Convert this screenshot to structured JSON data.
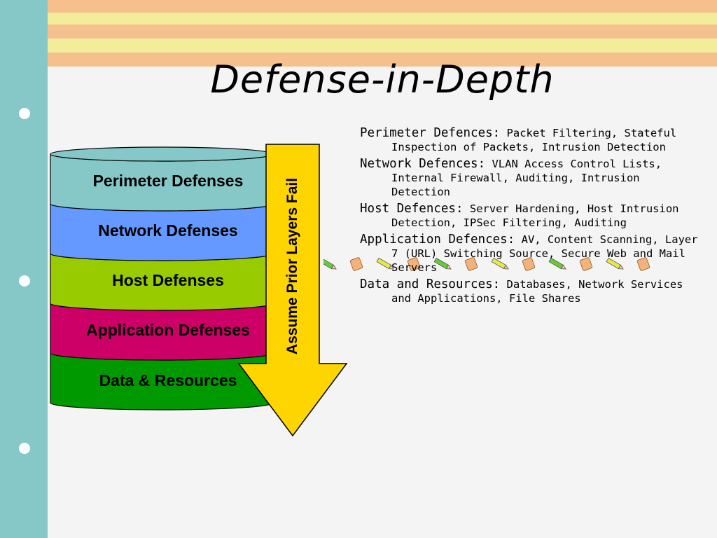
{
  "slide": {
    "title": "Defense-in-Depth",
    "colors": {
      "sidebar": "#86c8c8",
      "stripe_orange": "#f5c08d",
      "stripe_yellow": "#f3ec98",
      "background": "#f4f4f4",
      "arrow": "#ffd500"
    }
  },
  "layers": [
    {
      "label": "Perimeter Defenses",
      "color": "#86c8c8"
    },
    {
      "label": "Network Defenses",
      "color": "#6699ff"
    },
    {
      "label": "Host Defenses",
      "color": "#99cc00"
    },
    {
      "label": "Application Defenses",
      "color": "#cc0066"
    },
    {
      "label": "Data & Resources",
      "color": "#009900"
    }
  ],
  "arrow": {
    "label": "Assume Prior Layers Fail"
  },
  "details": [
    {
      "label": "Perimeter Defences:",
      "text": "Packet Filtering, Stateful Inspection of Packets, Intrusion Detection"
    },
    {
      "label": "Network Defences:",
      "text": "VLAN Access Control Lists, Internal Firewall, Auditing, Intrusion Detection"
    },
    {
      "label": "Host Defences:",
      "text": "Server Hardening, Host Intrusion Detection, IPSec Filtering, Auditing"
    },
    {
      "label": "Application Defences:",
      "text": "AV, Content Scanning, Layer 7 (URL) Switching Source, Secure Web and Mail Servers"
    },
    {
      "label": "Data and Resources:",
      "text": "Databases, Network Services and Applications, File Shares"
    }
  ],
  "decoration": {
    "icons": [
      "pencil-icon",
      "eraser-icon",
      "pencil-icon",
      "eraser-icon",
      "pencil-icon",
      "eraser-icon",
      "pencil-icon",
      "eraser-icon",
      "pencil-icon",
      "eraser-icon",
      "pencil-icon",
      "eraser-icon"
    ]
  }
}
